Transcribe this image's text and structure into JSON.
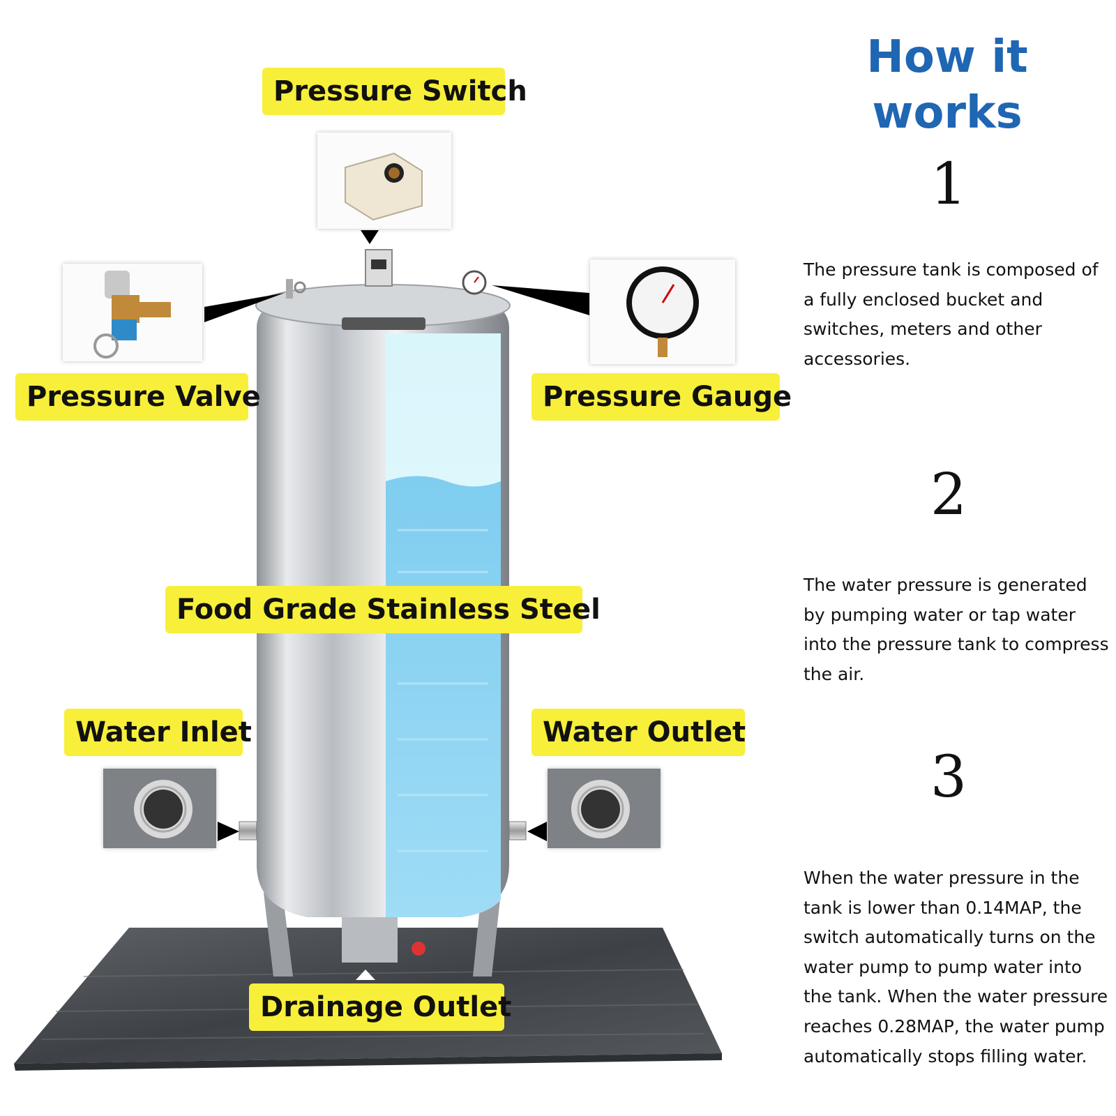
{
  "title": "How it works",
  "labels": {
    "pressure_switch": "Pressure Switch",
    "pressure_valve": "Pressure Valve",
    "pressure_gauge": "Pressure Gauge",
    "food_grade": "Food Grade Stainless Steel",
    "water_inlet": "Water Inlet",
    "water_outlet": "Water Outlet",
    "drainage_outlet": "Drainage Outlet"
  },
  "steps": [
    {
      "number": "1",
      "text": "The pressure tank is composed of a fully enclosed bucket and switches, meters and other accessories."
    },
    {
      "number": "2",
      "text": "The water pressure is generated by pumping water or tap water into the pressure tank to compress the air."
    },
    {
      "number": "3",
      "text": "When the water pressure in the tank is lower than 0.14MAP, the switch automatically turns on the water pump to pump water into the tank. When the water pressure reaches 0.28MAP, the water pump automatically stops filling water."
    }
  ],
  "colors": {
    "title": "#1f66b3",
    "label_bg": "#f7ef3a",
    "water": "#8fd3f0",
    "steel": "#c9ccd0"
  }
}
